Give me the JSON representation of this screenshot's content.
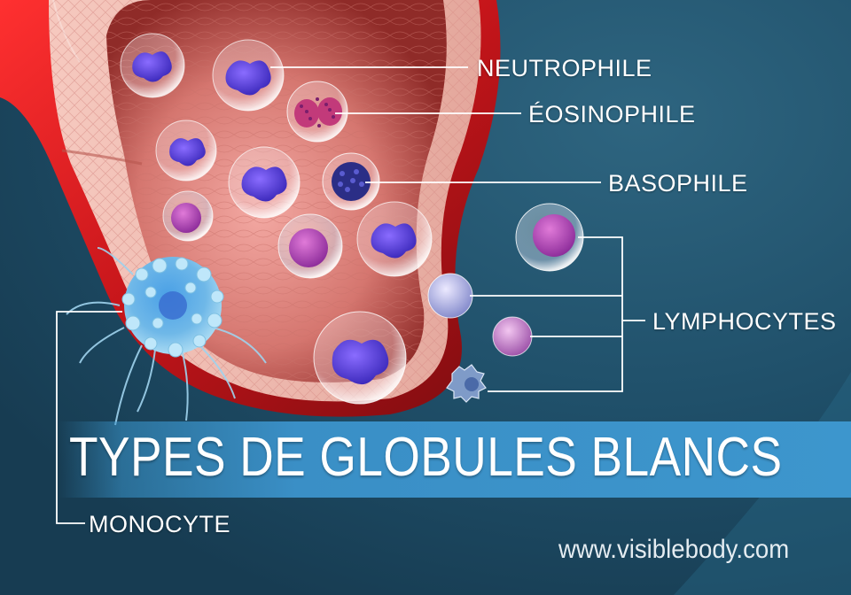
{
  "labels": {
    "neutrophile": "NEUTROPHILE",
    "eosinophile": "ÉOSINOPHILE",
    "basophile": "BASOPHILE",
    "lymphocytes": "LYMPHOCYTES",
    "monocyte": "MONOCYTE"
  },
  "title": "TYPES DE GLOBULES BLANCS",
  "url": "www.visiblebody.com"
}
